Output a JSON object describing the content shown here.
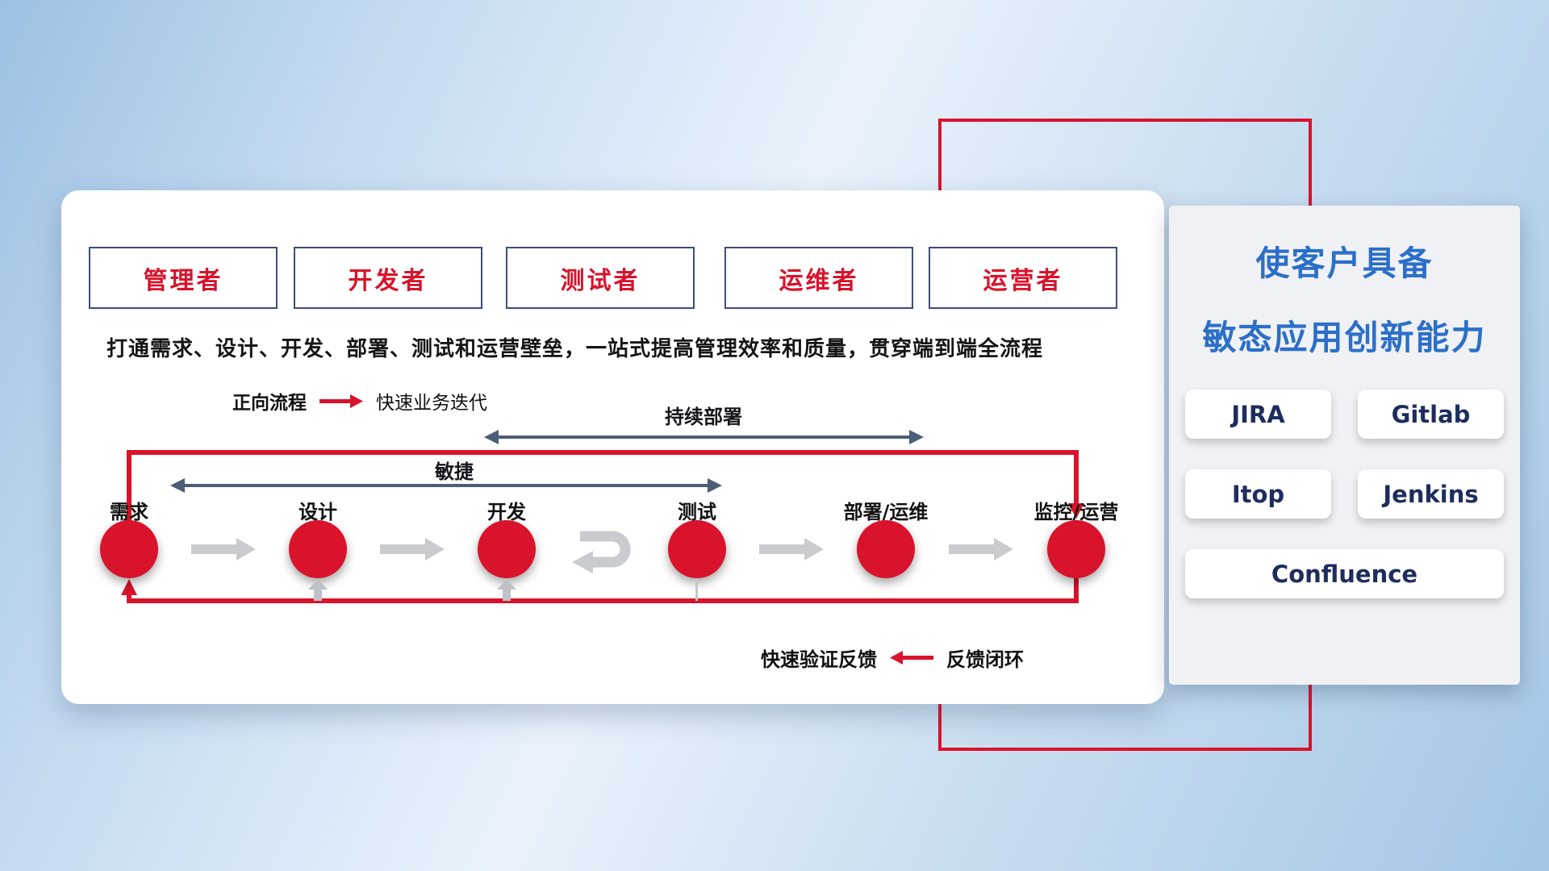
{
  "roles": [
    {
      "label": "管理者"
    },
    {
      "label": "开发者"
    },
    {
      "label": "测试者"
    },
    {
      "label": "运维者"
    },
    {
      "label": "运营者"
    }
  ],
  "headline": "打通需求、设计、开发、部署、测试和运营壁垒，一站式提高管理效率和质量，贯穿端到端全流程",
  "legend": {
    "forward_label": "正向流程",
    "forward_text": "快速业务迭代",
    "feedback_text": "快速验证反馈",
    "feedback_label": "反馈闭环"
  },
  "flow": {
    "stages": [
      {
        "label": "需求"
      },
      {
        "label": "设计"
      },
      {
        "label": "开发"
      },
      {
        "label": "测试"
      },
      {
        "label": "部署/运维"
      },
      {
        "label": "监控/运营"
      }
    ],
    "agile_label": "敏捷",
    "continuous_deploy_label": "持续部署"
  },
  "right_panel": {
    "title_line1": "使客户具备",
    "title_line2": "敏态应用创新能力",
    "tools": [
      {
        "label": "JIRA"
      },
      {
        "label": "Gitlab"
      },
      {
        "label": "Itop"
      },
      {
        "label": "Jenkins"
      },
      {
        "label": "Confluence"
      }
    ]
  },
  "colors": {
    "accent_red": "#d8132b",
    "navy_arrow": "#4d5d77",
    "title_blue": "#2b6fc9",
    "tool_text": "#1d2d5e",
    "role_border": "#3f4c7e"
  }
}
